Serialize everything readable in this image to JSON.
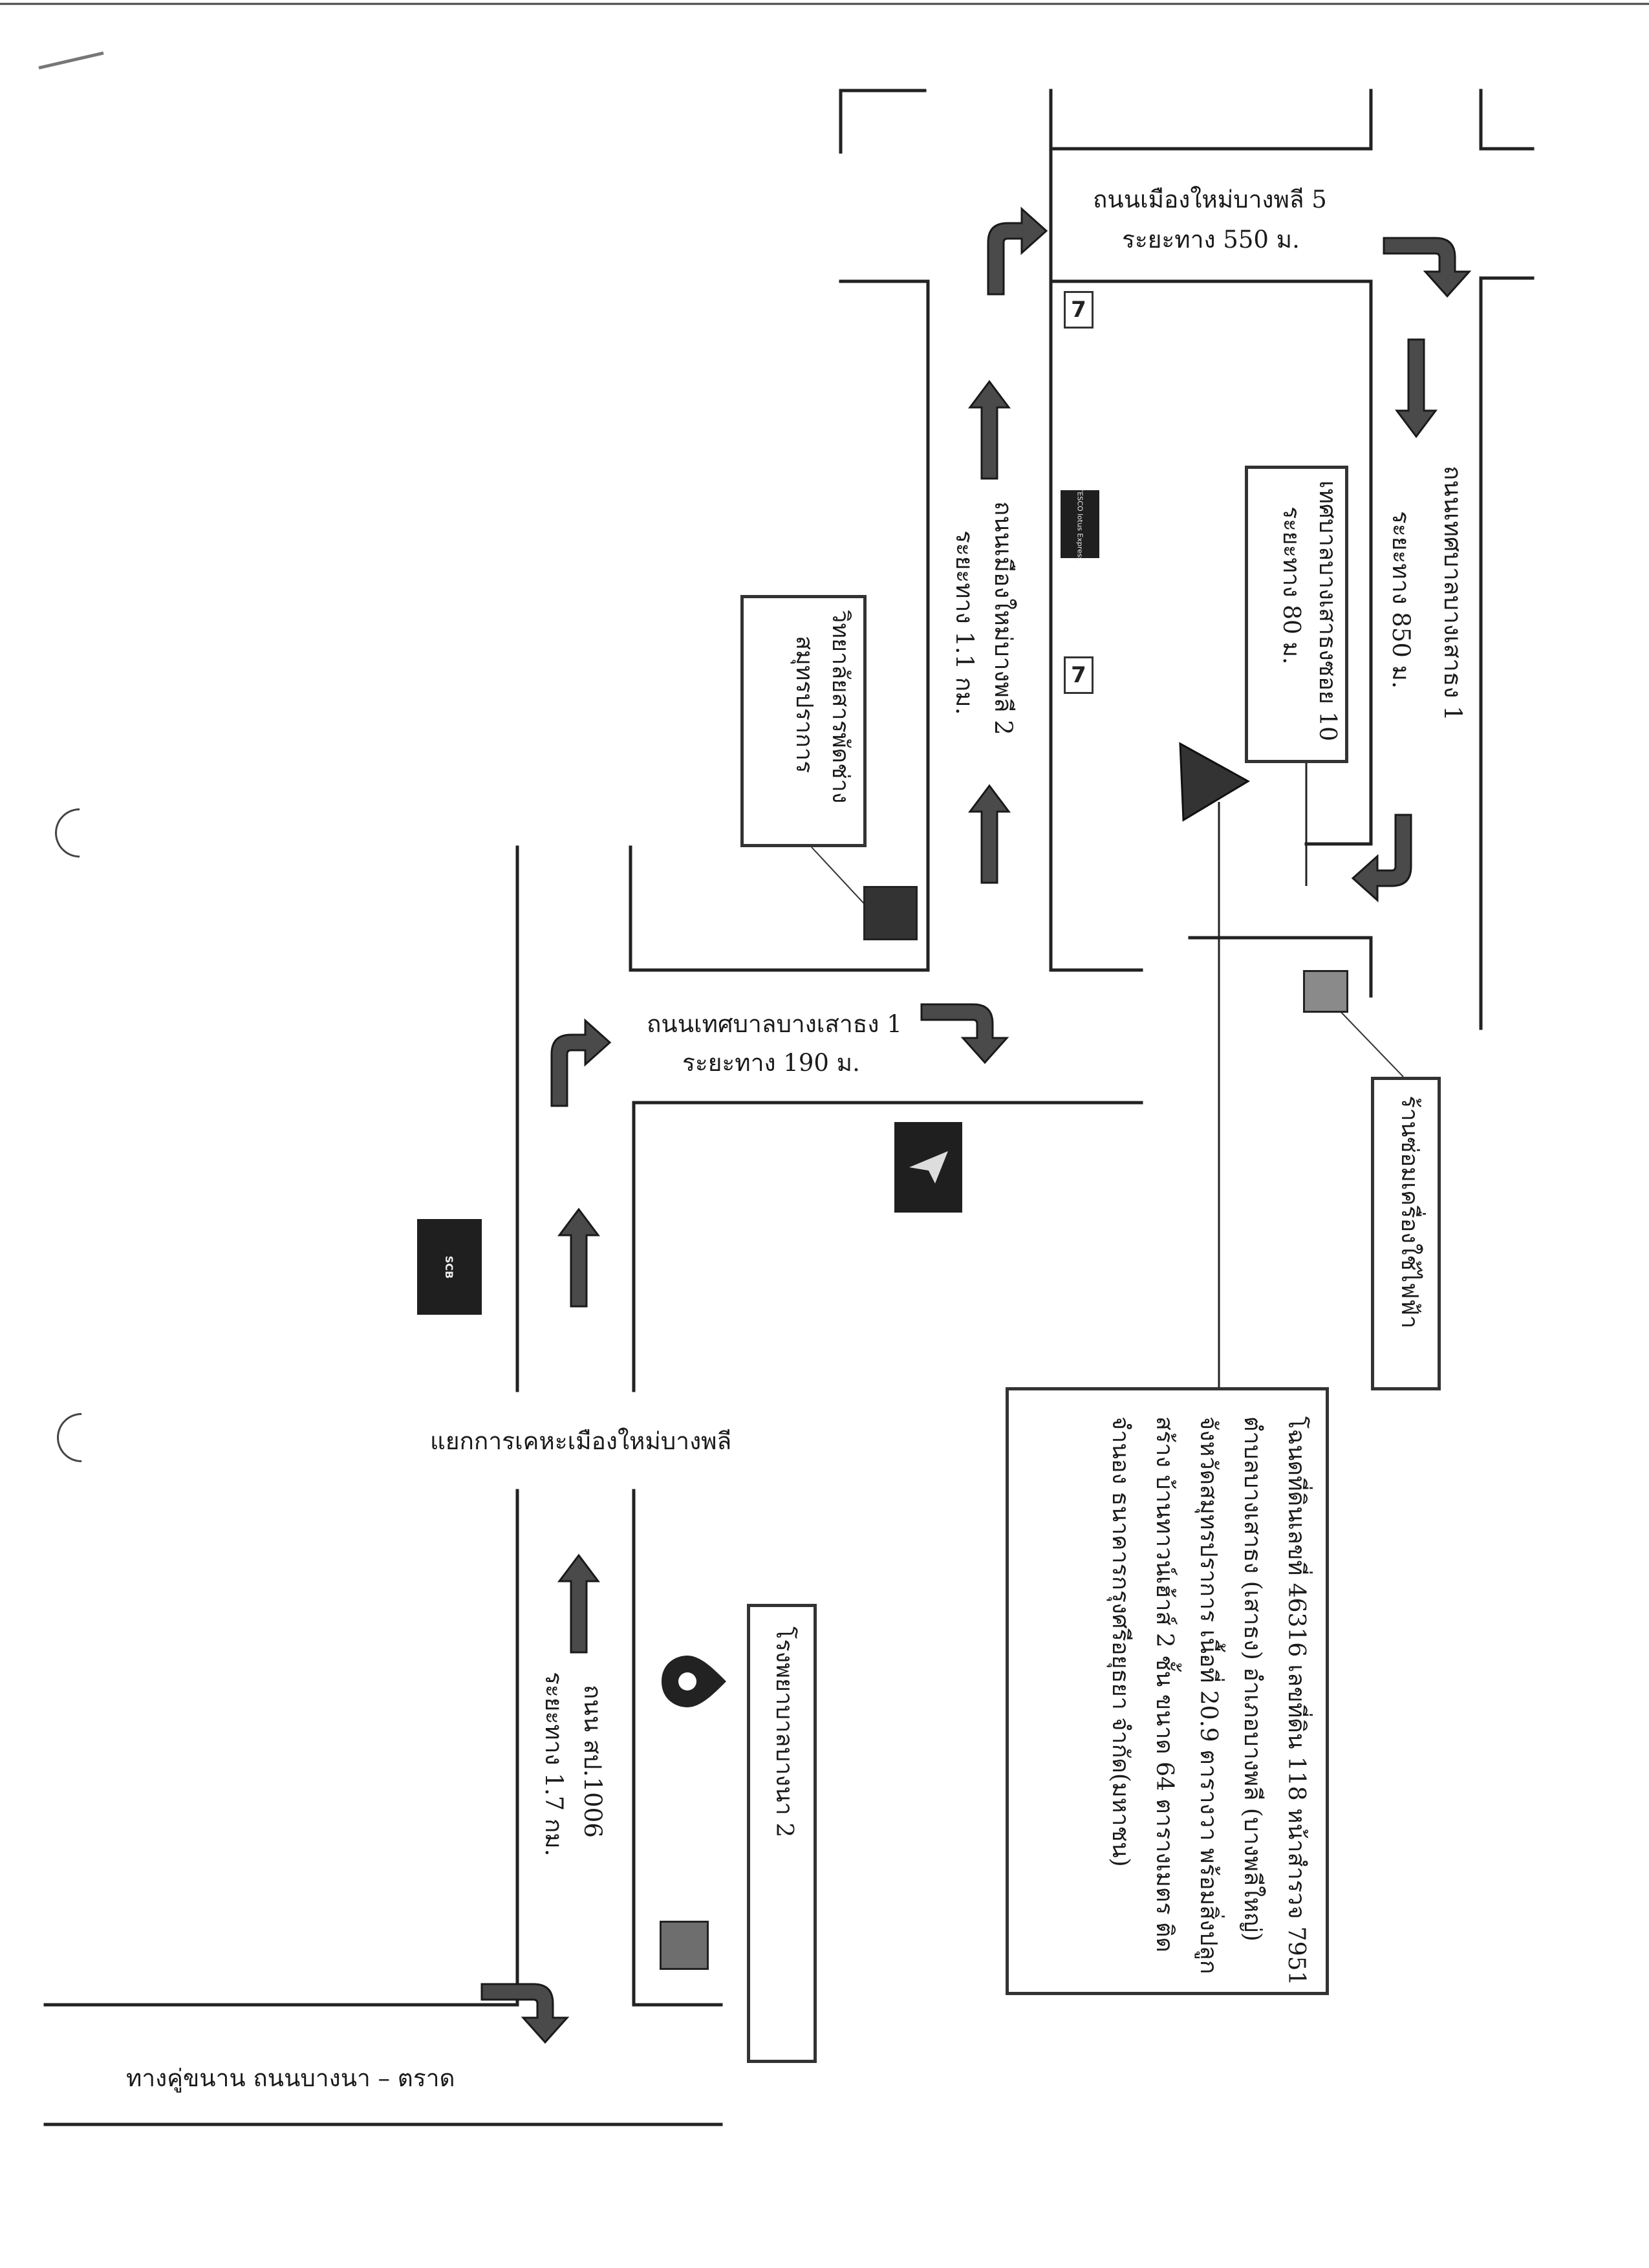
{
  "roads": {
    "frontage": "ทางคู่ขนาน ถนนบางนา – ตราด",
    "sor_pol_1006": "ถนน สป.1006",
    "sor_pol_1006_dist": "ระยะทาง 1.7 กม.",
    "junction": "แยกการเคหะเมืองใหม่บางพลี",
    "thesaban_1_short": "ถนนเทศบาลบางเสาธง 1",
    "thesaban_1_short_dist": "ระยะทาง 190 ม.",
    "muang_mai_2": "ถนนเมืองใหม่บางพลี 2",
    "muang_mai_2_dist": "ระยะทาง 1.1 กม.",
    "muang_mai_5": "ถนนเมืองใหม่บางพลี 5",
    "muang_mai_5_dist": "ระยะทาง 550 ม.",
    "thesaban_1_long": "ถนนเทศบาลบางเสาธง 1",
    "thesaban_1_long_dist": "ระยะทาง 850 ม."
  },
  "boxes": {
    "soi10_name": "เทศบาลบางเสาธงซอย 10",
    "soi10_dist": "ระยะทาง 80 ม.",
    "college_line1": "วิทยาลัยสารพัดช่าง",
    "college_line2": "สมุทรปราการ",
    "hospital": "โรงพยาบาลบางนา 2",
    "electrical_shop": "ร้านซ่อมเครื่องใช้ไฟฟ้า"
  },
  "property": {
    "line1": "โฉนดที่ดินเลขที่ 46316 เลขที่ดิน 118 หน้าสำรวจ 7951",
    "line2": "ตำบลบางเสาธง (เสาธง) อำเภอบางพลี (บางพลีใหญ่)",
    "line3": "จังหวัดสมุทรปราการ เนื้อที่ 20.9 ตารางวา พร้อมสิ่งปลูก",
    "line4": "สร้าง บ้านทาวน์เฮ้าส์ 2 ชั้น ขนาด 64 ตารางเมตร ติด",
    "line5": "จำนอง ธนาคารกรุงศรีอยุธยา จำกัด(มหาชน)"
  },
  "logos": {
    "tesco": "TESCO lotus Express",
    "scb": "SCB",
    "seven": "7"
  },
  "icons": [
    "arrow-up-icon",
    "arrow-down-icon",
    "turn-arrow-icon",
    "destination-triangle-icon",
    "gas-station-icon",
    "bank-logo-icon"
  ]
}
